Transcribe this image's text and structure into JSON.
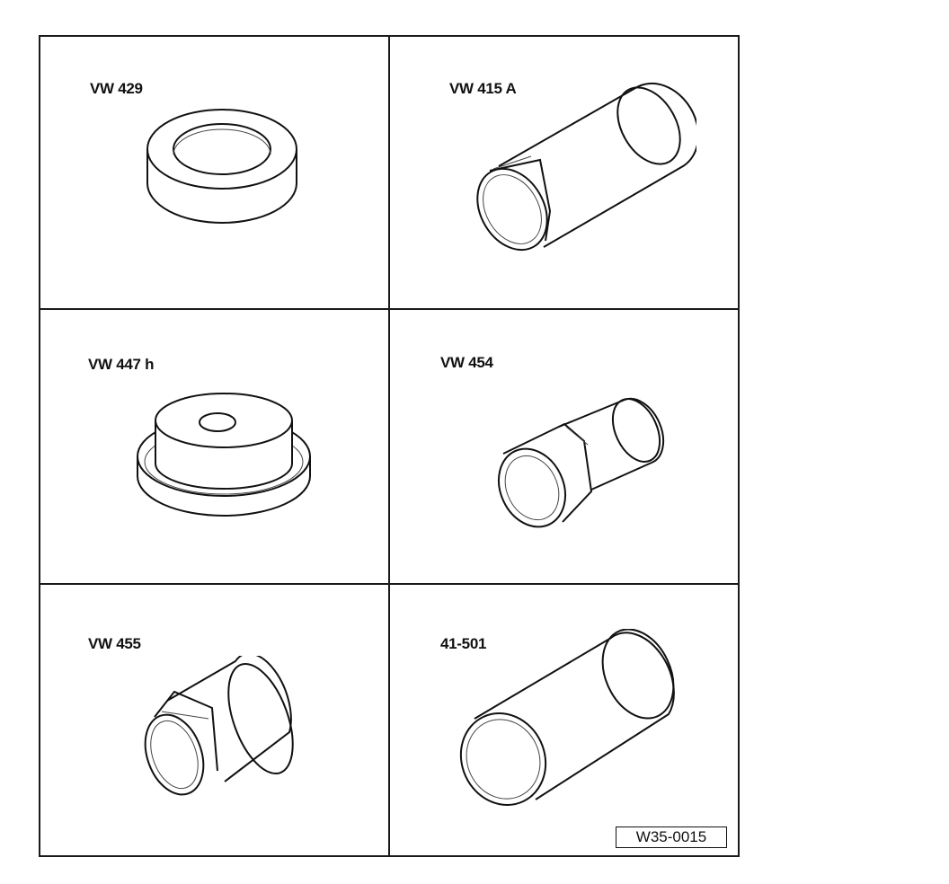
{
  "tools": [
    {
      "label": "VW 429",
      "icon": "ring-icon"
    },
    {
      "label": "VW 415 A",
      "icon": "sleeve-icon"
    },
    {
      "label": "VW 447 h",
      "icon": "flanged-disc-icon"
    },
    {
      "label": "VW 454",
      "icon": "stepped-sleeve-icon"
    },
    {
      "label": "VW 455",
      "icon": "stepped-sleeve-icon"
    },
    {
      "label": "41-501",
      "icon": "tube-icon"
    }
  ],
  "figure_ref": "W35-0015"
}
